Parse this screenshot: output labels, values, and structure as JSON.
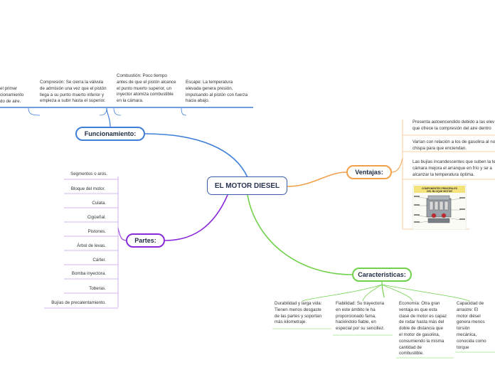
{
  "central": {
    "title": "EL MOTOR DIESEL"
  },
  "colors": {
    "funcionamiento": "#3f7fd8",
    "partes": "#8a2bd8",
    "ventajas": "#f3a04a",
    "caracteristicas": "#6fd24a",
    "central": "#3a5da8"
  },
  "funcionamiento": {
    "label": "Funcionamiento:",
    "items": [
      "el primer\ncionamiento\ndo de aire.",
      "Compresión: Se cierra la válvula\nde admisión una vez que el pistón\nllega a su punto muerto inferior y\nempieza a subir hasta el superior.",
      "Combustión: Poco tiempo\nantes de que el pistón alcance\nel punto muerto superior, un\ninyector atomiza combustible\nen la cámara.",
      "Escape: La temperatura\nelevada genera presión,\nimpulsando al pistón con fuerza\nhacia abajo."
    ]
  },
  "partes": {
    "label": "Partes:",
    "items": [
      "Segmentos o aros.",
      "Bloque del motor.",
      "Culata.",
      "Cigüeñal.",
      "Pistones.",
      "Árbol de levas.",
      "Cárter.",
      "Bomba inyectora.",
      "Toberas.",
      "Bujías de precalentamiento."
    ]
  },
  "ventajas": {
    "label": "Ventajas:",
    "items": [
      "Presenta autoencendido debido a las elev\nque ofrece la compresión del aire dentro",
      "Varían con relación a los de gasolina al no\nchispa para que enciendan.",
      "Las bujías incandescentes que suben la te\ncámara mejora el arranque en frío y se a\nalcanzar la temperatura óptima."
    ],
    "image": {
      "title_line1": "COMPONENTES PRINCIPALES",
      "title_line2": "DEL BLOQUE MOTOR"
    }
  },
  "caracteristicas": {
    "label": "Caracteristicas:",
    "items": [
      "Durabilidad y larga vida:\nTienen menos desgaste\nde las partes y soportan\nmás kilometraje.",
      "Fiabilidad: Su trayectoria\nen este ámbito le ha\nproporcionado fama,\nhaciéndolo fiable, en\nespecial por su sencillez.",
      "Economía: Otra gran\nventaja es que esta\nclase de motor es capaz\nde rodar hasta más del\ndoble de distancia que\nel motor de gasolina,\nconsumiendo la misma\ncantidad de\ncombustible.",
      "Capacidad de\narrastre: El\nmotor diésel\ngenera menos\ntorsión\nmecánica,\nconocida como\ntorque"
    ]
  }
}
